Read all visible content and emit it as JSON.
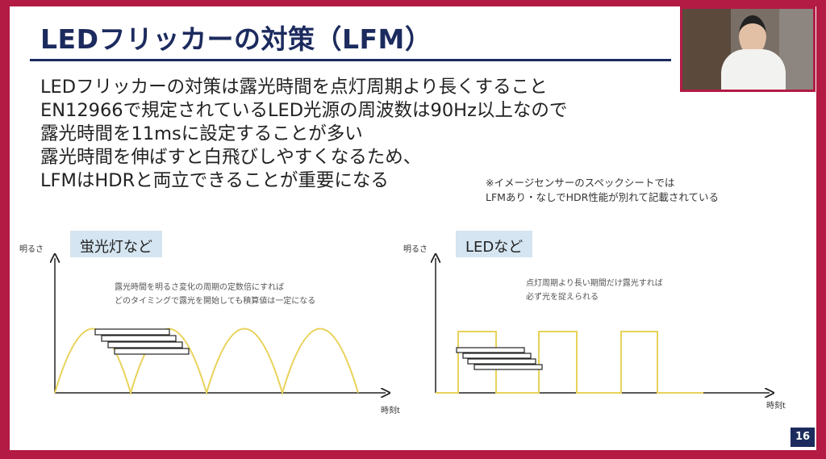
{
  "title": "LEDフリッカーの対策（LFM）",
  "body_lines": [
    "LEDフリッカーの対策は露光時間を点灯周期より長くすること",
    "EN12966で規定されているLED光源の周波数は90Hz以上なので",
    "露光時間を11msに設定することが多い",
    "露光時間を伸ばすと白飛びしやすくなるため、",
    "LFMはHDRと両立できることが重要になる"
  ],
  "note_lines": [
    "※イメージセンサーのスペックシートでは",
    "LFMあり・なしでHDR性能が別れて記載されている"
  ],
  "left_diagram": {
    "label": "蛍光灯など",
    "y_axis": "明るさ",
    "x_axis": "時刻t",
    "desc": [
      "露光時間を明るさ変化の周期の定数倍にすれば",
      "どのタイミングで露光を開始しても積算値は一定になる"
    ]
  },
  "right_diagram": {
    "label": "LEDなど",
    "y_axis": "明るさ",
    "x_axis": "時刻t",
    "desc": [
      "点灯周期より長い期間だけ露光すれば",
      "必ず光を捉えられる"
    ]
  },
  "page_number": "16",
  "colors": {
    "frame": "#b31b45",
    "title": "#1c2b5e",
    "wave": "#e8d25a",
    "label_bg": "#d5e5f1"
  }
}
